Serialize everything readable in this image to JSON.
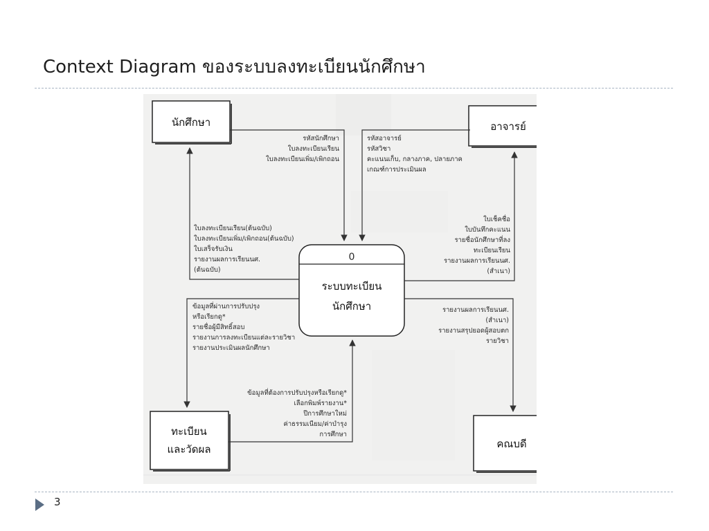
{
  "slide": {
    "title": "Context Diagram ของระบบลงทะเบียนนักศึกษา",
    "page_number": "3"
  },
  "diagram": {
    "process": {
      "number": "0",
      "line1": "ระบบทะเบียน",
      "line2": "นักศึกษา"
    },
    "entities": {
      "student": "นักศึกษา",
      "teacher": "อาจารย์",
      "registrar_line1": "ทะเบียน",
      "registrar_line2": "และวัดผล",
      "faculty": "คณบดี"
    },
    "flows": {
      "student_to_system": [
        "รหัสนักศึกษา",
        "ใบลงทะเบียนเรียน",
        "ใบลงทะเบียนเพิ่ม/เพิกถอน"
      ],
      "teacher_to_system": [
        "รหัสอาจารย์",
        "รหัสวิชา",
        "คะแนนเก็บ, กลางภาค, ปลายภาค",
        "เกณฑ์การประเมินผล"
      ],
      "system_to_student": [
        "ใบลงทะเบียนเรียน(ต้นฉบับ)",
        "ใบลงทะเบียนเพิ่ม/เพิกถอน(ต้นฉบับ)",
        "ใบเสร็จรับเงิน",
        "รายงานผลการเรียนนศ.",
        "(ต้นฉบับ)"
      ],
      "system_to_teacher": [
        "ใบเช็คชื่อ",
        "ใบบันทึกคะแนน",
        "รายชื่อนักศึกษาที่ลง",
        "ทะเบียนเรียน",
        "รายงานผลการเรียนนศ.",
        "(สำเนา)"
      ],
      "system_to_registrar": [
        "ข้อมูลที่ผ่านการปรับปรุง",
        "หรือเรียกดู*",
        "รายชื่อผู้มีสิทธิ์สอบ",
        "รายงานการลงทะเบียนแต่ละรายวิชา",
        "รายงานประเมินผลนักศึกษา"
      ],
      "system_to_faculty": [
        "รายงานผลการเรียนนศ.",
        "(สำเนา)",
        "รายงานสรุปยอดผู้สอบตก",
        "รายวิชา"
      ],
      "registrar_to_system": [
        "ข้อมูลที่ต้องการปรับปรุงหรือเรียกดู*",
        "เลือกพิมพ์รายงาน*",
        "ปีการศึกษาใหม่",
        "ค่าธรรมเนียม/ค่าบำรุง",
        "การศึกษา"
      ]
    }
  }
}
